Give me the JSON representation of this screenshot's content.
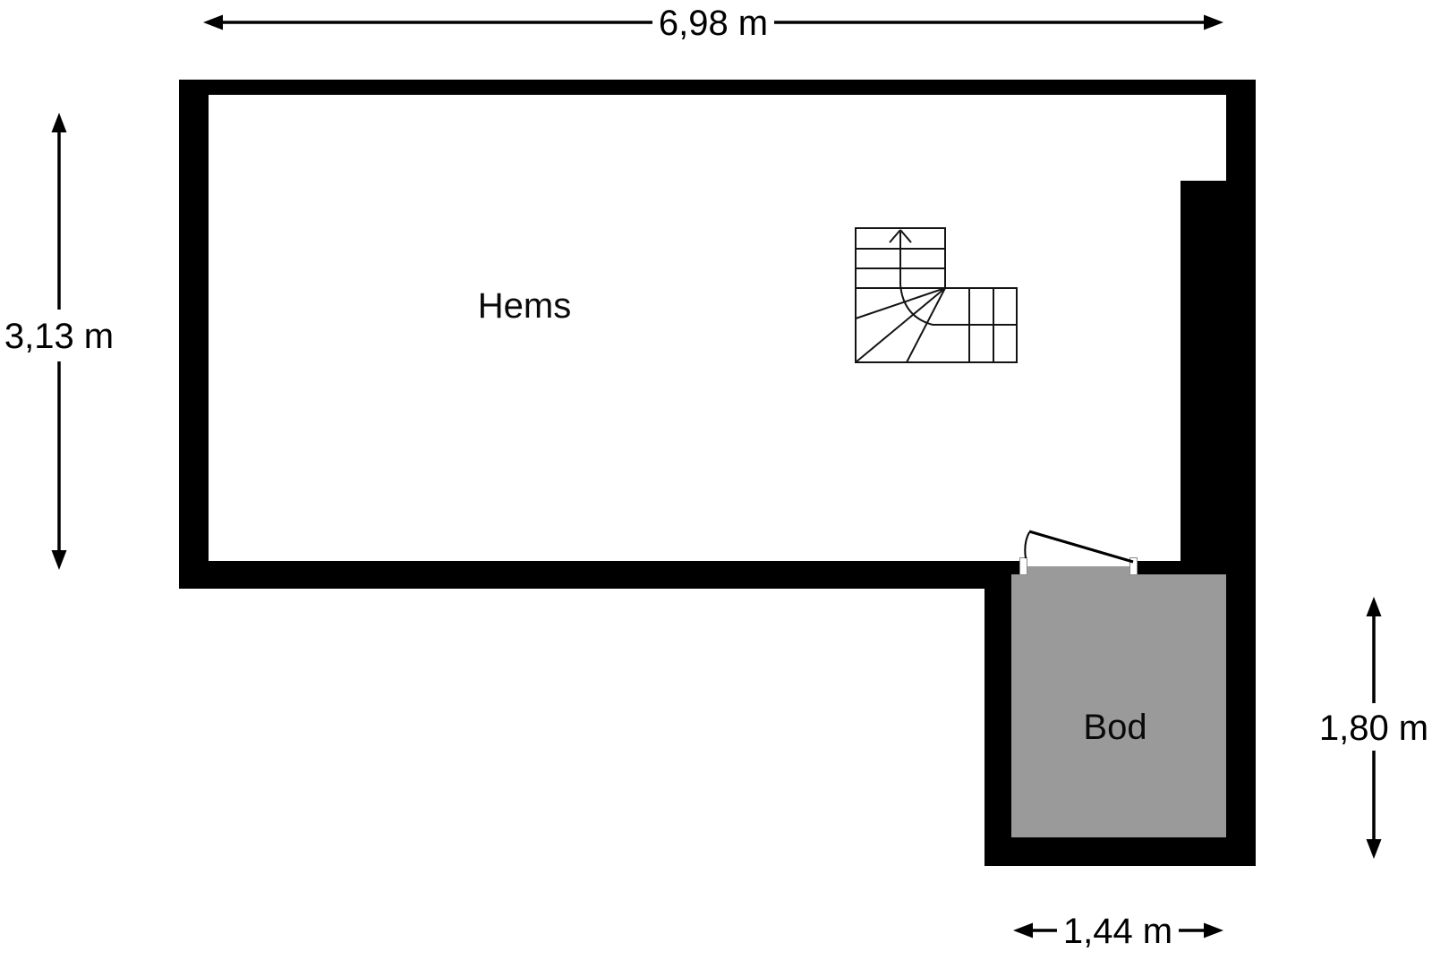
{
  "floorplan": {
    "rooms": [
      {
        "name": "Hems"
      },
      {
        "name": "Bod"
      }
    ],
    "dimensions": {
      "total_width": "6,98 m",
      "main_height": "3,13 m",
      "bod_height": "1,80 m",
      "bod_width": "1,44 m"
    },
    "colors": {
      "wall": "#000000",
      "storage_fill": "#9a9a9a",
      "background": "#ffffff",
      "stair_line": "#141414",
      "door_line": "#000000"
    },
    "icons": {
      "stair_direction": "up-arrow"
    }
  }
}
